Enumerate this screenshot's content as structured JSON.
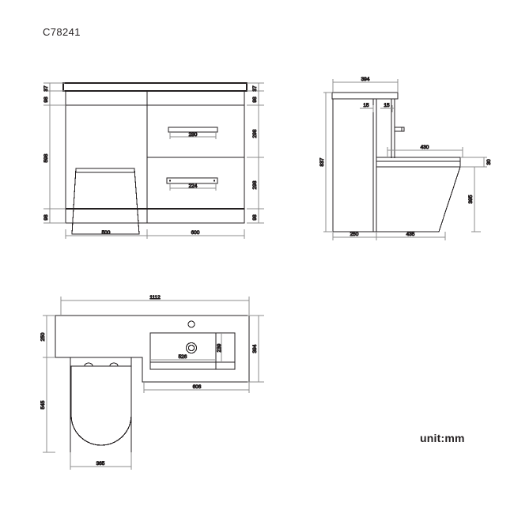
{
  "sheet": {
    "part_code": "C78241",
    "unit_note": "unit:mm",
    "line_color": "#231f20",
    "dim_color": "#5a5a5a"
  },
  "views": {
    "front_elevation": {
      "name": "front-elevation-view",
      "dimensions": {
        "left_top_worktop": "37",
        "left_upper_band": "98",
        "left_cabinet_height": "598",
        "left_plinth": "98",
        "right_top_worktop": "37",
        "right_upper_band": "98",
        "right_drawer_upper": "298",
        "right_drawer_lower": "298",
        "right_plinth": "98",
        "handle_upper": "280",
        "handle_lower": "224",
        "width_left": "500",
        "width_right": "600"
      }
    },
    "side_elevation": {
      "name": "side-elevation-view",
      "dimensions": {
        "top_depth": "394",
        "overall_height": "837",
        "offset_left": "15",
        "offset_right": "15",
        "pan_length": "430",
        "lip_thickness": "30",
        "pan_height": "395",
        "base_left": "250",
        "base_right": "435"
      }
    },
    "plan": {
      "name": "plan-view",
      "dimensions": {
        "overall_width": "1112",
        "worktop_depth_left": "250",
        "toilet_projection": "545",
        "toilet_width": "365",
        "basin_bowl_width": "526",
        "basin_bowl_depth": "239",
        "worktop_depth_right": "394",
        "basin_width": "606"
      }
    }
  }
}
